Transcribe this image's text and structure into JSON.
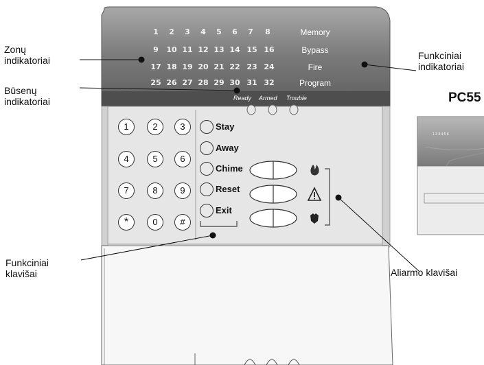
{
  "callouts": {
    "zone_indicators": [
      "Zonų",
      "indikatoriai"
    ],
    "function_indicators": [
      "Funkciniai",
      "indikatoriai"
    ],
    "status_indicators": [
      "Būsenų",
      "indikatoriai"
    ],
    "function_keys": [
      "Funkciniai",
      "klavišai"
    ],
    "alarm_keys": "Aliarmo klavišai"
  },
  "zones": [
    [
      "1",
      "2",
      "3",
      "4",
      "5",
      "6",
      "7",
      "8"
    ],
    [
      "9",
      "10",
      "11",
      "12",
      "13",
      "14",
      "15",
      "16"
    ],
    [
      "17",
      "18",
      "19",
      "20",
      "21",
      "22",
      "23",
      "24"
    ],
    [
      "25",
      "26",
      "27",
      "28",
      "29",
      "30",
      "31",
      "32"
    ]
  ],
  "function_indicators": [
    "Memory",
    "Bypass",
    "Fire",
    "Program"
  ],
  "status_indicators": [
    "Ready",
    "Armed",
    "Trouble"
  ],
  "keypad": [
    "1",
    "2",
    "3",
    "4",
    "5",
    "6",
    "7",
    "8",
    "9",
    "*",
    "0",
    "#"
  ],
  "function_keys": [
    "Stay",
    "Away",
    "Chime",
    "Reset",
    "Exit"
  ],
  "alarm_keys": [
    "fire-icon",
    "warning-icon",
    "police-badge-icon"
  ],
  "side_model_label": "PC55",
  "colors": {
    "panel_dark": "#6a6a6a",
    "panel_light": "#9a9a9a",
    "keypad_bg": "#e6e6e6"
  }
}
